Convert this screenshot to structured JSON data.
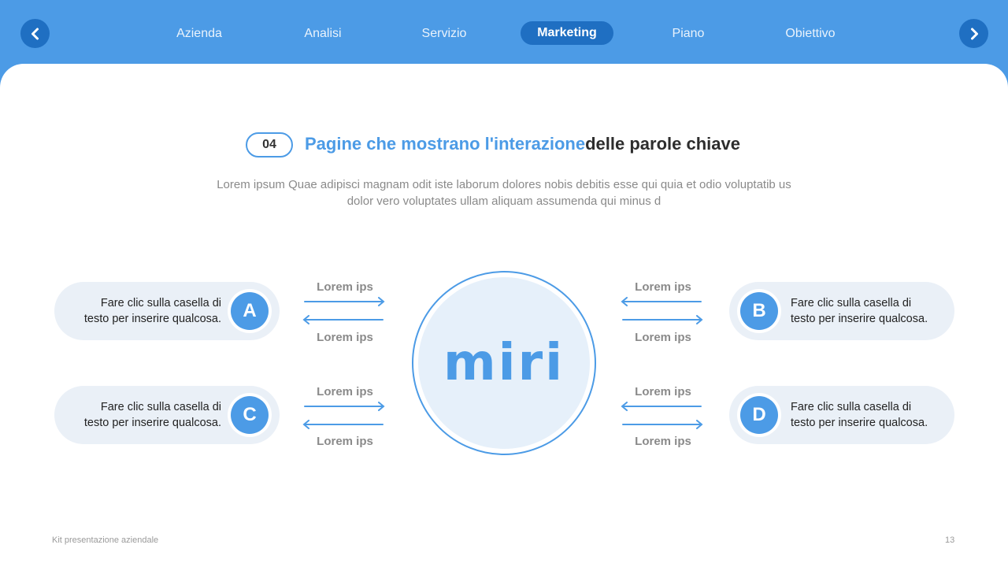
{
  "nav": {
    "tabs": [
      "Azienda",
      "Analisi",
      "Servizio",
      "Marketing",
      "Piano",
      "Obiettivo"
    ],
    "active_tab": "Marketing"
  },
  "section": {
    "number": "04",
    "title_highlight": "Pagine che mostrano l'interazione",
    "title_rest": "delle parole chiave",
    "subtitle": "Lorem ipsum Quae adipisci magnam odit iste laborum dolores nobis debitis esse qui quia et odio voluptatib us dolor vero voluptates ullam aliquam assumenda qui minus d"
  },
  "center_logo": "miri",
  "items": [
    {
      "letter": "A",
      "line1": "Fare clic sulla casella di",
      "line2": "testo per inserire qualcosa."
    },
    {
      "letter": "B",
      "line1": "Fare clic sulla casella di",
      "line2": "testo per inserire qualcosa."
    },
    {
      "letter": "C",
      "line1": "Fare clic sulla casella di",
      "line2": "testo per inserire qualcosa."
    },
    {
      "letter": "D",
      "line1": "Fare clic sulla casella di",
      "line2": "testo per inserire qualcosa."
    }
  ],
  "arrow_labels": [
    "Lorem ips",
    "Lorem ips",
    "Lorem ips",
    "Lorem ips",
    "Lorem ips",
    "Lorem ips",
    "Lorem ips",
    "Lorem ips"
  ],
  "footer": {
    "left": "Kit presentazione aziendale",
    "page": "13"
  },
  "colors": {
    "accent": "#4c9be6",
    "dark_accent": "#1f6fc2",
    "pill_bg": "#eaf0f7"
  }
}
